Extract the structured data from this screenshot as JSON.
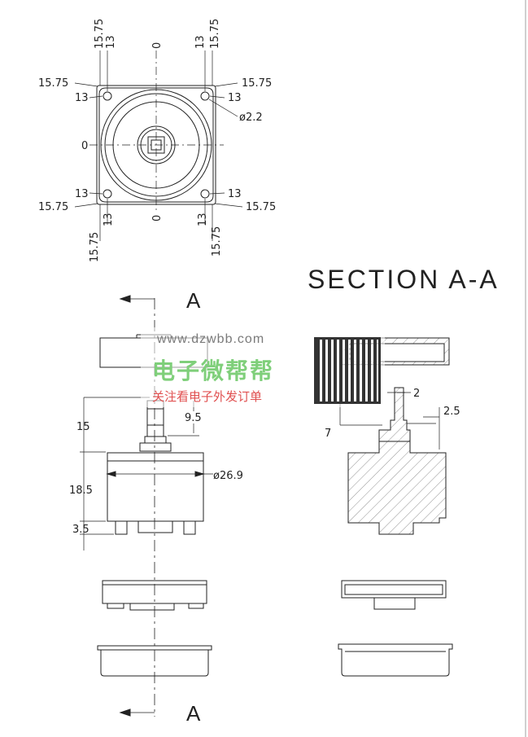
{
  "drawing": {
    "section_title": "SECTION A-A",
    "section_letter_top": "A",
    "section_letter_bottom": "A",
    "top_view": {
      "label_0_top": "0",
      "label_0_left": "0",
      "label_0_bottom": "0",
      "tl_v_outer": "15.75",
      "tl_v_inner": "13",
      "tr_v_inner": "13",
      "tr_v_outer": "15.75",
      "tl_h_outer": "15.75",
      "tl_h_inner": "13",
      "tr_h_outer": "15.75",
      "tr_h_inner": "13",
      "hole_dia": "ø2.2",
      "bl_h_inner": "13",
      "bl_h_outer": "15.75",
      "br_h_inner": "13",
      "br_h_outer": "15.75",
      "bl_v_inner": "13",
      "bl_v_outer": "15.75",
      "br_v_inner": "13",
      "br_v_outer": "15.75"
    },
    "side_view": {
      "dim_15": "15",
      "dim_9_5": "9.5",
      "dim_18_5": "18.5",
      "dim_3_5": "3.5",
      "dim_dia": "ø26.9"
    },
    "section_view": {
      "dim_2": "2",
      "dim_2_5": "2.5",
      "dim_7": "7"
    }
  },
  "watermark": {
    "url": "www.dzwbb.com",
    "title": "电子微帮帮",
    "subtitle": "关注看电子外发订单",
    "brand_color": "#7fcf7a",
    "accent_color": "#e05050"
  }
}
